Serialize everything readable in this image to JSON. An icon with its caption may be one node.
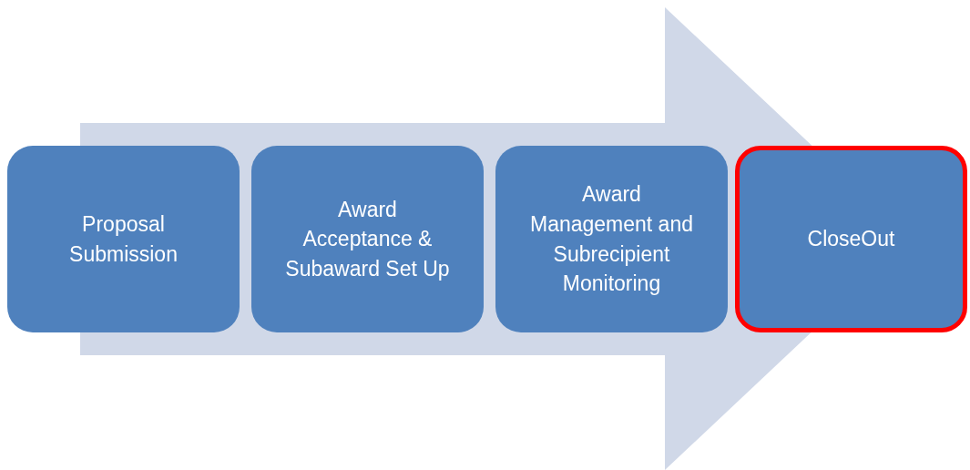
{
  "diagram": {
    "nodes": [
      {
        "text": [
          "Proposal Submission"
        ]
      },
      {
        "text": [
          "Award Acceptance & Subaward Set Up"
        ]
      },
      {
        "text": [
          "Award Management and Subrecipient Monitoring"
        ]
      },
      {
        "text": [
          "CloseOut"
        ]
      }
    ],
    "edges": [
      {
        "from": 0,
        "to": 3,
        "arrow": "to"
      }
    ]
  }
}
